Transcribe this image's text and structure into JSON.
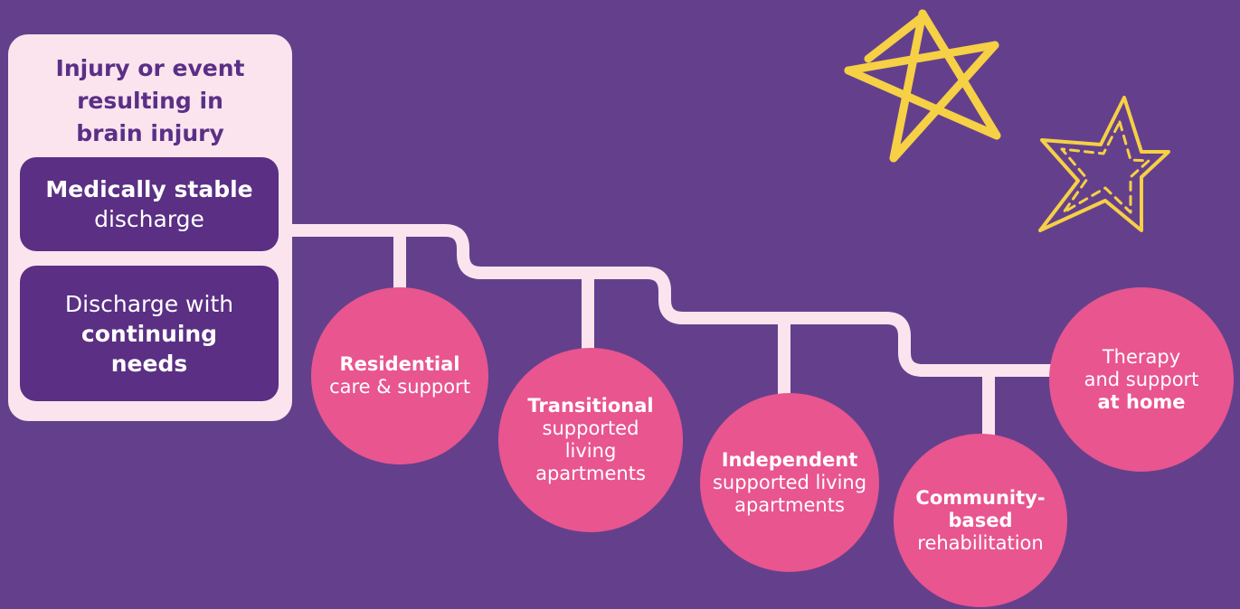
{
  "start": {
    "title_lines": [
      "Injury or event",
      "resulting in",
      "brain injury"
    ],
    "stable": {
      "bold": "Medically stable",
      "rest": "discharge"
    },
    "continuing": {
      "line1": "Discharge with",
      "bold1": "continuing",
      "bold2": "needs"
    }
  },
  "stages": [
    {
      "bold": "Residential",
      "lines": [
        "care & support"
      ]
    },
    {
      "bold": "Transitional",
      "lines": [
        "supported",
        "living",
        "apartments"
      ]
    },
    {
      "bold": "Independent",
      "lines": [
        "supported living",
        "apartments"
      ]
    },
    {
      "bold_lines": [
        "Community-",
        "based"
      ],
      "lines": [
        "rehabilitation"
      ]
    },
    {
      "lines_before": [
        "Therapy",
        "and support"
      ],
      "bold": "at home"
    }
  ],
  "colors": {
    "background": "#64408c",
    "card": "#fbe4ee",
    "dark_box": "#5a2f84",
    "circle": "#e8558f",
    "star": "#f6d045"
  },
  "decorations": [
    "star-icon",
    "star-icon"
  ]
}
